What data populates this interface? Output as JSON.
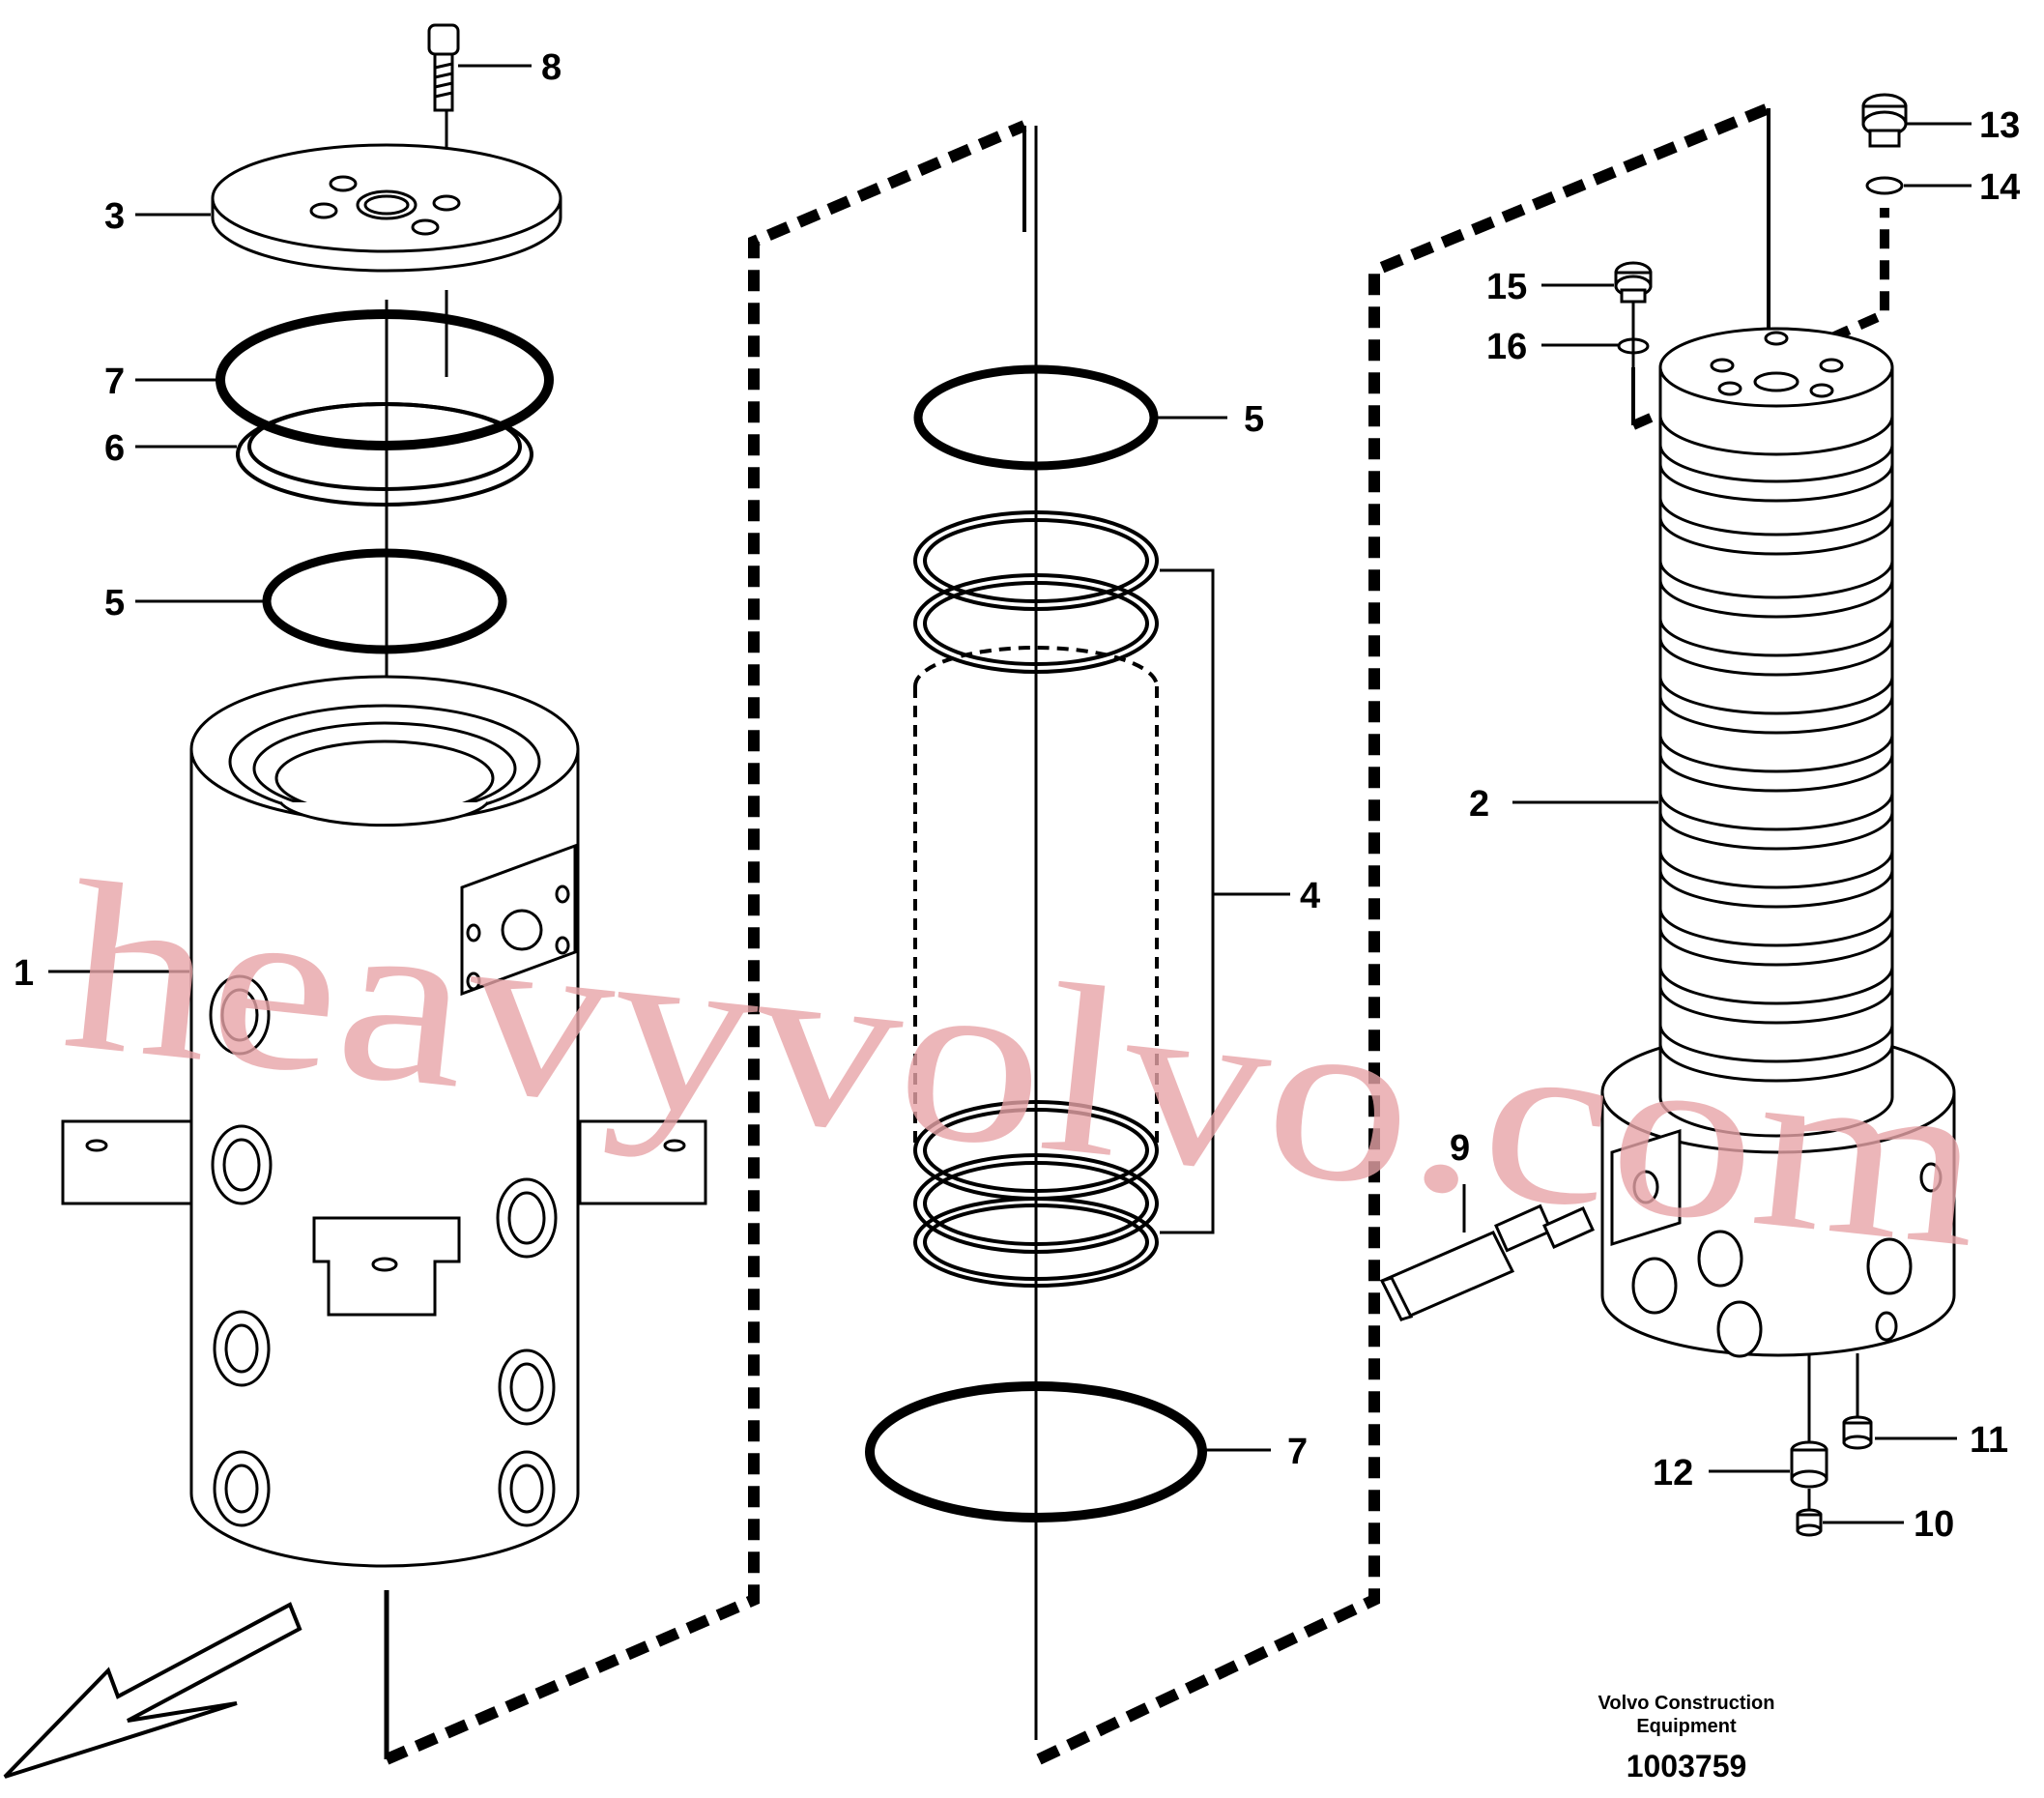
{
  "watermark": "heavyvolvo.com",
  "footer": {
    "company_line1": "Volvo Construction",
    "company_line2": "Equipment",
    "drawing_number": "1003759"
  },
  "callouts": {
    "c1": "1",
    "c2": "2",
    "c3": "3",
    "c4": "4",
    "c5a": "5",
    "c5b": "5",
    "c6": "6",
    "c7a": "7",
    "c7b": "7",
    "c8": "8",
    "c9": "9",
    "c10": "10",
    "c11": "11",
    "c12": "12",
    "c13": "13",
    "c14": "14",
    "c15": "15",
    "c16": "16"
  }
}
